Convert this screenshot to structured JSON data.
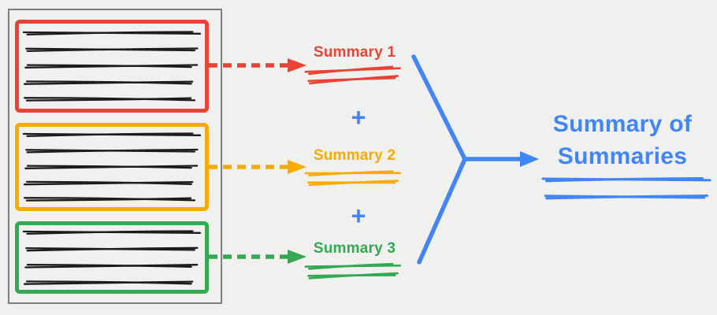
{
  "diagram": {
    "background_color": "#f0f0ef",
    "document": {
      "border_color": "#7e7e7e",
      "text_scribble_color": "#1c1c1c",
      "chunks": [
        {
          "color": "#ea4335",
          "text_lines": "5"
        },
        {
          "color": "#f9ab00",
          "text_lines": "5"
        },
        {
          "color": "#34a853",
          "text_lines": "4"
        }
      ]
    },
    "summaries": [
      {
        "label": "Summary 1",
        "color": "#ea4335",
        "underline_lines": "2"
      },
      {
        "label": "Summary 2",
        "color": "#f9ab00",
        "underline_lines": "2"
      },
      {
        "label": "Summary 3",
        "color": "#34a853",
        "underline_lines": "2"
      }
    ],
    "plus_sign": "+",
    "result": {
      "label_lines": [
        "Summary of",
        "Summaries"
      ],
      "color": "#4285f4",
      "underline_lines": "2"
    }
  }
}
